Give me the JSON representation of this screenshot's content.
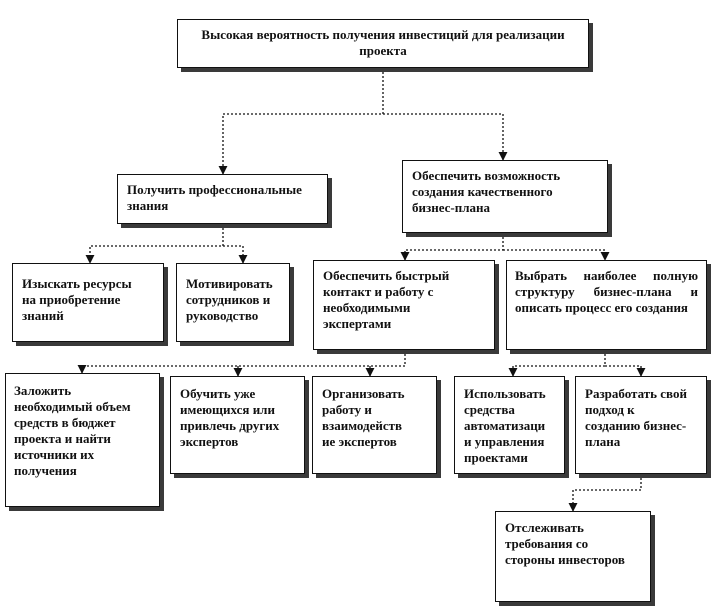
{
  "diagram": {
    "type": "goal-tree",
    "colors": {
      "border": "#111111",
      "shadow": "#3a3a3a",
      "connector": "#111111"
    },
    "nodes": {
      "root": "Высокая вероятность получения инвестиций для реализации\nпроекта",
      "knowledge": "Получить профессиональные\nзнания",
      "business_plan": "Обеспечить возможность\nсоздания качественного\nбизнес-плана",
      "resources": "Изыскать ресурсы\nна приобретение\nзнаний",
      "motivate": "Мотивировать\nсотрудников и\nруководство",
      "experts_contact": "Обеспечить быстрый\nконтакт и работу с\nнеобходимыми\nэкспертами",
      "structure": "Выбрать наиболее полную структуру бизнес-плана и описать процесс его создания",
      "budget": "Заложить\nнеобходимый объем\nсредств в бюджет\nпроекта и найти\nисточники их\nполучения",
      "train": "Обучить уже\nимеющихся или\nпривлечь других\nэкспертов",
      "organize": "Организовать\nработу и\nвзаимодейств\nие экспертов",
      "automation": "Использовать\nсредства\nавтоматизаци\nи управления\nпроектами",
      "own_approach": "Разработать свой\nподход к\nсозданию бизнес-\nплана",
      "investors": "Отслеживать\nтребования со\nстороны инвесторов"
    },
    "edges": [
      {
        "from": "root",
        "to": "knowledge"
      },
      {
        "from": "root",
        "to": "business_plan"
      },
      {
        "from": "knowledge",
        "to": "resources"
      },
      {
        "from": "knowledge",
        "to": "motivate"
      },
      {
        "from": "business_plan",
        "to": "experts_contact"
      },
      {
        "from": "business_plan",
        "to": "structure"
      },
      {
        "from": "experts_contact",
        "to": "budget"
      },
      {
        "from": "experts_contact",
        "to": "train"
      },
      {
        "from": "experts_contact",
        "to": "organize"
      },
      {
        "from": "structure",
        "to": "automation"
      },
      {
        "from": "structure",
        "to": "own_approach"
      },
      {
        "from": "own_approach",
        "to": "investors"
      }
    ]
  }
}
